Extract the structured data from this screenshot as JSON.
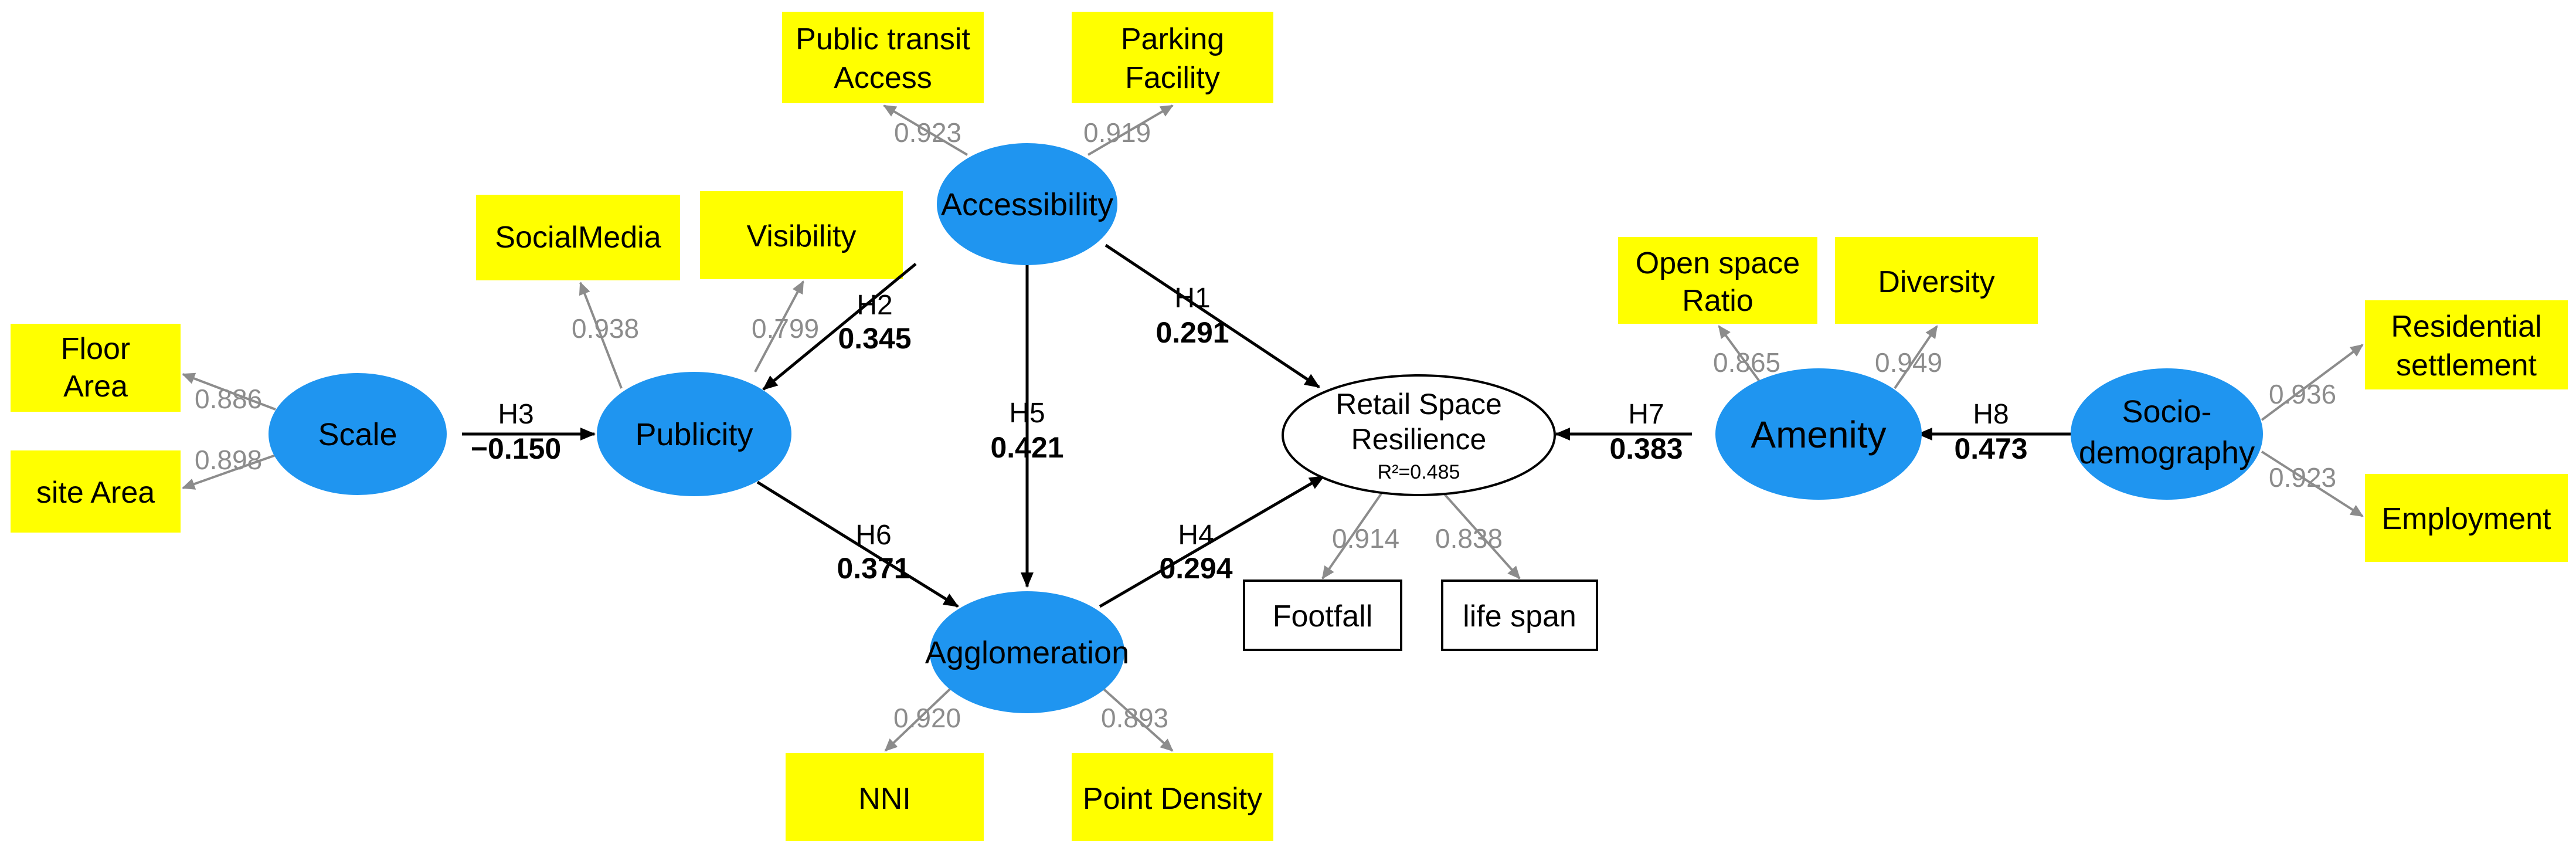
{
  "constructs": {
    "scale": "Scale",
    "publicity": "Publicity",
    "accessibility": "Accessibility",
    "agglomeration": "Agglomeration",
    "amenity": "Amenity",
    "socio_line1": "Socio-",
    "socio_line2": "demography",
    "resilience_line1": "Retail Space",
    "resilience_line2": "Resilience",
    "resilience_r2": "R²=0.485"
  },
  "indicators": {
    "floor_area_1": "Floor",
    "floor_area_2": "Area",
    "site_area": "site Area",
    "social_media": "SocialMedia",
    "visibility": "Visibility",
    "public_transit_1": "Public transit",
    "public_transit_2": "Access",
    "parking_1": "Parking",
    "parking_2": "Facility",
    "nni": "NNI",
    "point_density": "Point Density",
    "footfall": "Footfall",
    "life_span": "life span",
    "open_space_1": "Open space",
    "open_space_2": "Ratio",
    "diversity": "Diversity",
    "residential_1": "Residential",
    "residential_2": "settlement",
    "employment": "Employment"
  },
  "loadings": {
    "floor_area": "0.886",
    "site_area": "0.898",
    "social_media": "0.938",
    "visibility": "0.799",
    "public_transit": "0.923",
    "parking": "0.919",
    "nni": "0.920",
    "point_density": "0.893",
    "footfall": "0.914",
    "life_span": "0.838",
    "open_space": "0.865",
    "diversity": "0.949",
    "residential": "0.936",
    "employment": "0.923"
  },
  "hypotheses": {
    "h1": {
      "label": "H1",
      "coef": "0.291"
    },
    "h2": {
      "label": "H2",
      "coef": "0.345"
    },
    "h3": {
      "label": "H3",
      "coef": "−0.150"
    },
    "h4": {
      "label": "H4",
      "coef": "0.294"
    },
    "h5": {
      "label": "H5",
      "coef": "0.421"
    },
    "h6": {
      "label": "H6",
      "coef": "0.371"
    },
    "h7": {
      "label": "H7",
      "coef": "0.383"
    },
    "h8": {
      "label": "H8",
      "coef": "0.473"
    }
  },
  "colors": {
    "latent_fill": "#1f95f0",
    "indicator_fill": "#ffff00",
    "loading_text": "#8c8c8c"
  }
}
